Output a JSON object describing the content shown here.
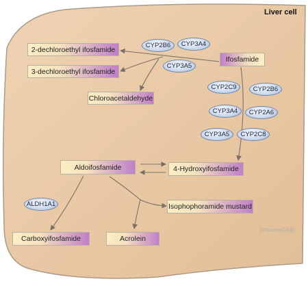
{
  "cell_label": "Liver cell",
  "watermark": "©PharmGKB",
  "colors": {
    "cell_fill": "#e8c8a4",
    "cell_stroke": "#ab9a86",
    "arrow": "#7a7166",
    "enzyme_border": "#6f85a8"
  },
  "metabolites": {
    "ifosfamide": "Ifosfamide",
    "dechloro2": "2-dechloroethyl ifosfamide",
    "dechloro3": "3-dechloroethyl ifosfamide",
    "chloroacetaldehyde": "Chloroacetaldehyde",
    "hydroxy": "4-Hydroxyifosfamide",
    "aldo": "Aldoifosfamide",
    "mustard": "Isophophoramide mustard",
    "carboxy": "Carboxyifosfamide",
    "acrolein": "Acrolein"
  },
  "enzymes": {
    "dechlorination": [
      "CYP2B6",
      "CYP3A4",
      "CYP3A5"
    ],
    "hydroxylation": [
      "CYP2C9",
      "CYP2B6",
      "CYP3A4",
      "CYP2A6",
      "CYP3A5",
      "CYP2C8"
    ],
    "oxidation": [
      "ALDH1A1"
    ]
  }
}
